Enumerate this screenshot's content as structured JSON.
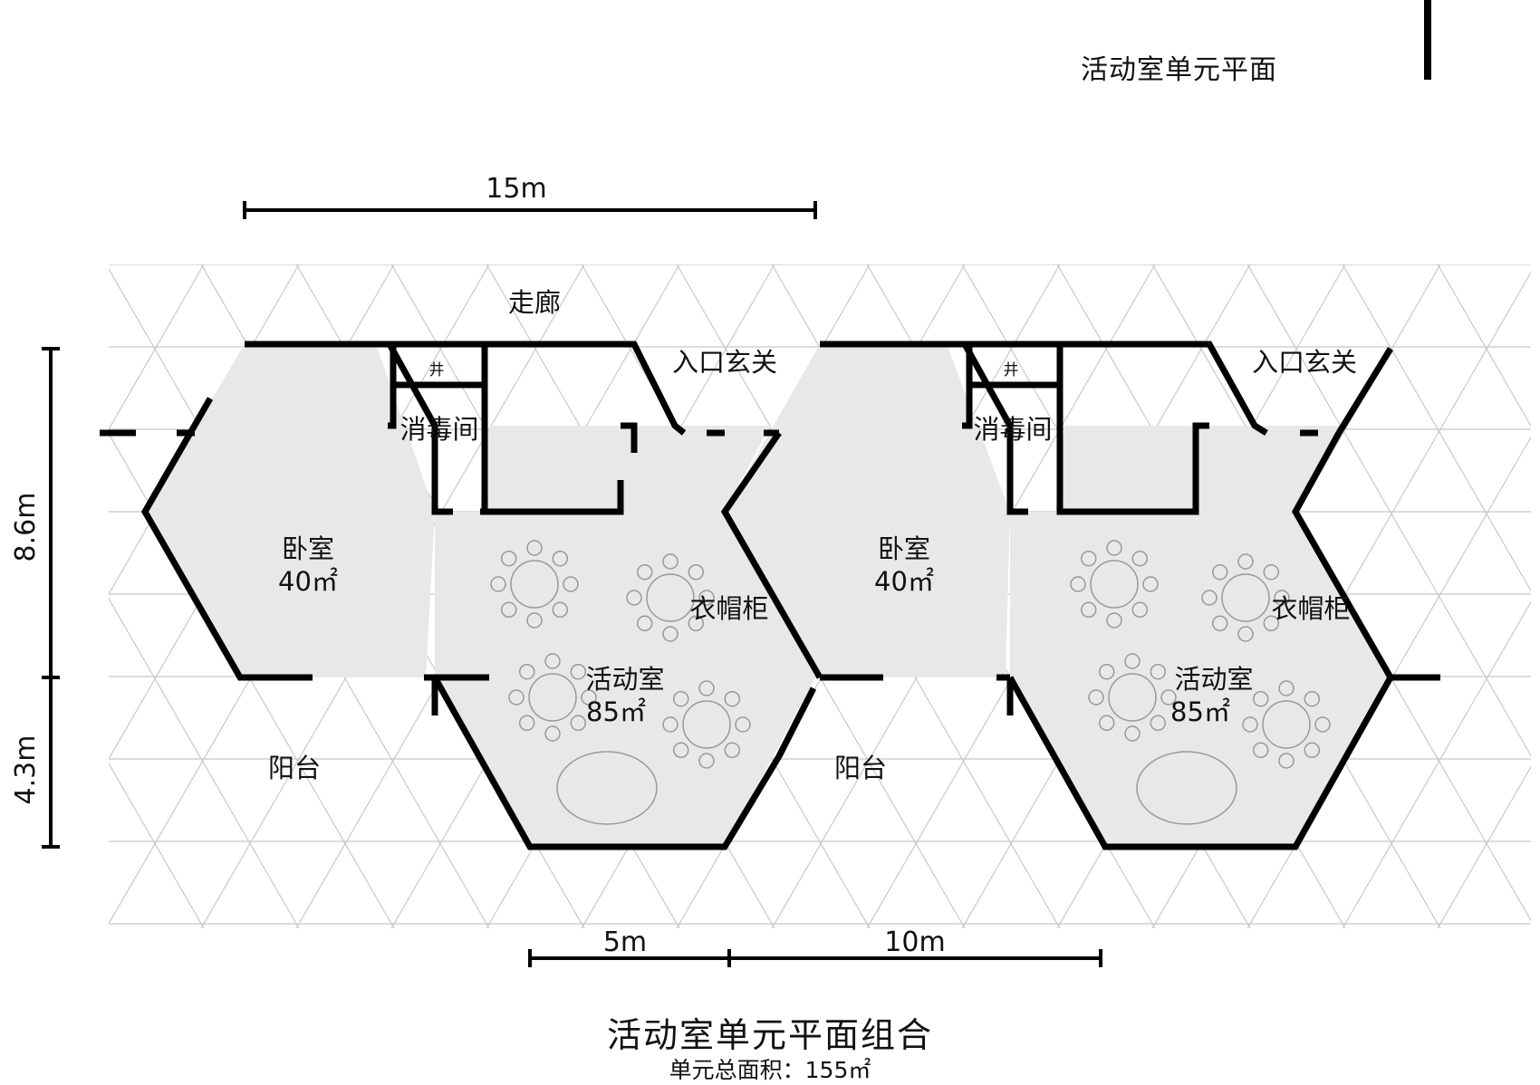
{
  "header": {
    "title": "活动室单元平面"
  },
  "dimensions": {
    "top": "15m",
    "left_upper": "8.6m",
    "left_lower": "4.3m",
    "bottom_left": "5m",
    "bottom_right": "10m"
  },
  "units": [
    {
      "corridor": "走廊",
      "entry": "入口玄关",
      "disinfection": "消毒间",
      "well": "井",
      "bedroom": "卧室",
      "bedroom_area": "40㎡",
      "wardrobe": "衣帽柜",
      "activity": "活动室",
      "activity_area": "85㎡",
      "balcony": "阳台"
    },
    {
      "entry": "入口玄关",
      "disinfection": "消毒间",
      "well": "井",
      "bedroom": "卧室",
      "bedroom_area": "40㎡",
      "wardrobe": "衣帽柜",
      "activity": "活动室",
      "activity_area": "85㎡",
      "balcony": "阳台"
    }
  ],
  "caption": {
    "title": "活动室单元平面组合",
    "subtitle": "单元总面积：155㎡"
  },
  "colors": {
    "wall": "#000000",
    "floor": "#e6e6e6",
    "grid": "#c8c8c8"
  }
}
